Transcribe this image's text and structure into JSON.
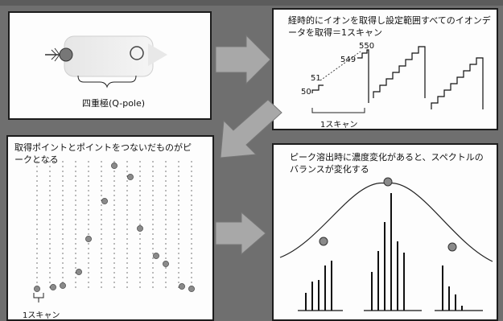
{
  "panel1": {
    "caption": "四重極(Q-pole)"
  },
  "panel2": {
    "title": "経時的にイオンを取得し設定範囲すべてのイオンデータを取得＝1スキャン",
    "labels": [
      "550",
      "549",
      "51",
      "50"
    ],
    "scan_label": "1スキャン"
  },
  "panel3": {
    "title": "取得ポイントとポイントをつないだものがピークとなる",
    "scan_label": "1スキャン"
  },
  "panel4": {
    "title": "ピーク溶出時に濃度変化があると、スペクトルのバランスが変化する"
  },
  "colors": {
    "background": "#6f6f6f",
    "panel": "#fdfdfd",
    "arrow": "#a8a8a8",
    "dot": "#8a8a8a"
  }
}
